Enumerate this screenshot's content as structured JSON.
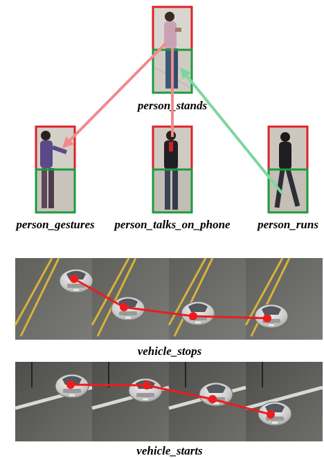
{
  "figure": {
    "labels": {
      "root": "person_stands",
      "children": [
        "person_gestures",
        "person_talks_on_phone",
        "person_runs"
      ],
      "strip1": "vehicle_stops",
      "strip2": "vehicle_starts"
    },
    "colors": {
      "top_box": "#e0202a",
      "bottom_box": "#1e9a3c",
      "arrow_pink": "#f28a8a",
      "arrow_green": "#7dd6a0",
      "trajectory": "#ee1c1c"
    }
  }
}
